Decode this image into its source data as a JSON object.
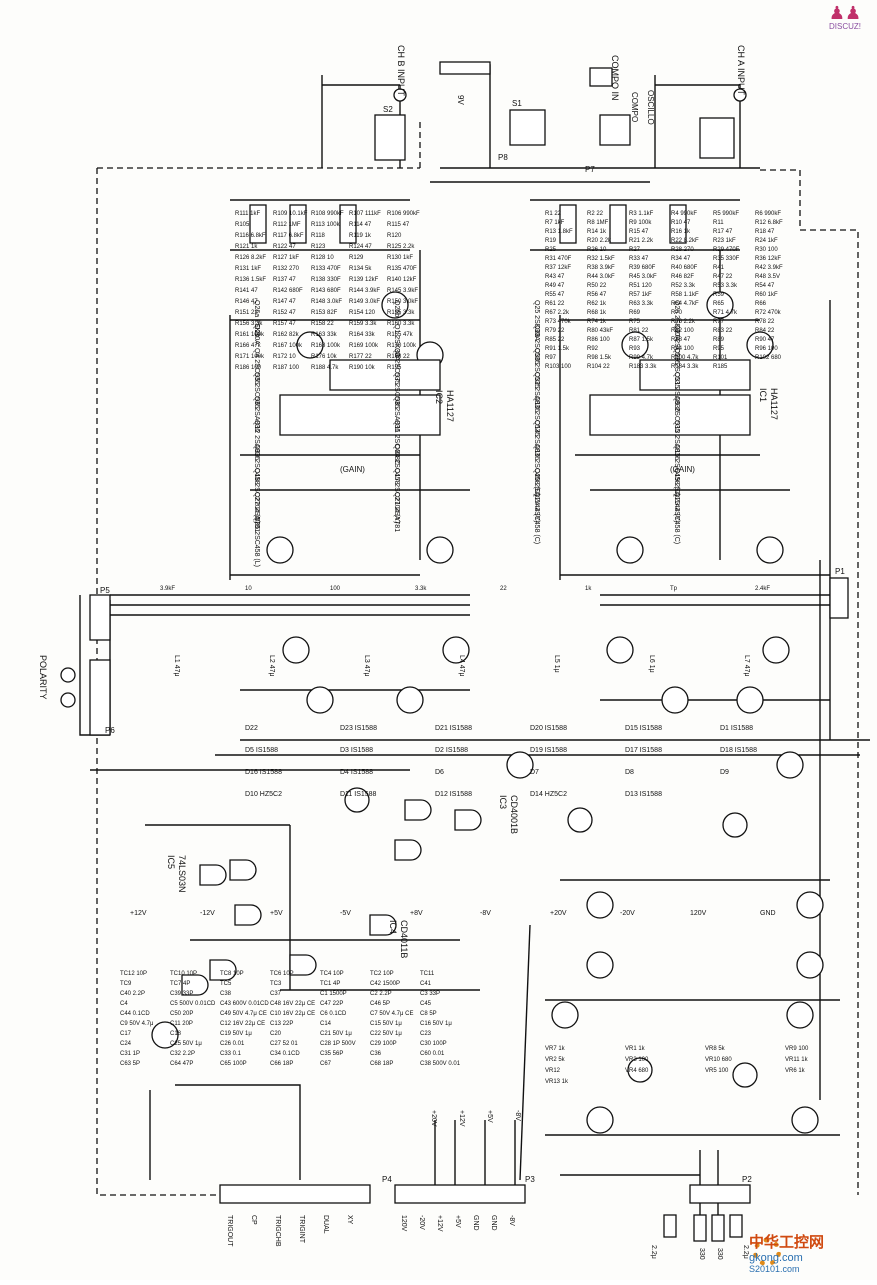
{
  "watermarks": {
    "top_brand": "DISCUZ!",
    "bottom_cn": "中华工控网",
    "bottom_site": "gkong.com",
    "bottom_sub": "S20101.com"
  },
  "inputs": {
    "ch_b": "CH B INPUT",
    "ch_a": "CH A INPUT",
    "compo_in": "COMPO IN",
    "oscillo": "OSCILLO",
    "compo": "COMPO",
    "polarity": "POLARITY",
    "v9": "9V"
  },
  "switches": [
    "S2",
    "S1",
    "P6",
    "P7",
    "P8",
    "P5",
    "P1",
    "P4",
    "P3",
    "P2"
  ],
  "ics": [
    {
      "ref": "IC2",
      "part": "HA1127"
    },
    {
      "ref": "IC1",
      "part": "HA1127"
    },
    {
      "ref": "IC3",
      "part": "CD4001B"
    },
    {
      "ref": "IC4",
      "part": "CD4011B"
    },
    {
      "ref": "IC5",
      "part": "74LS03N"
    }
  ],
  "transistors": [
    "Q26a 2SK30A",
    "Q26b",
    "Q25 2SK30A",
    "Q2a 2SK30A",
    "Q2b",
    "Q1 2SK30A",
    "Q28 2SC535",
    "Q27 2SC535",
    "Q4 2SC535",
    "Q3 2SC535",
    "Q30 2SC535",
    "Q29 2SC535",
    "Q5 2SC535",
    "Q7 2SC535",
    "Q32 2SA836",
    "Q31 2SA836",
    "Q6 2SA836",
    "Q8 2SA836",
    "Q10 2SC535",
    "Q9 2SC535",
    "Q12 2SA836",
    "Q11 2SC458C",
    "Q14 2SA836",
    "Q13 2SA836",
    "Q33 2SC458",
    "Q34 2SC458",
    "Q16 2SC458 (D)",
    "Q15 2SC458 (C)",
    "Q18 2SC2704 (Y)",
    "Q17 2SC2704 (Y)",
    "Q20 2SA1144 (Y)",
    "Q19 2SA1144 (Y)",
    "Q22 2SA781",
    "Q21 2SA781",
    "Q24 2SC458 (C)",
    "Q23 2SC458 (C)",
    "Q35 2SC458 (L)"
  ],
  "diodes": [
    "D22",
    "D23 IS1588",
    "D21 IS1588",
    "D20 IS1588",
    "D15 IS1588",
    "D1 IS1588",
    "D5 IS1588",
    "D3 IS1588",
    "D2 IS1588",
    "D19 IS1588",
    "D17 IS1588",
    "D18 IS1588",
    "D16 IS1588",
    "D4 IS1588",
    "D6",
    "D7",
    "D8",
    "D9",
    "D10 HZ5C2",
    "D11 IS1588",
    "D12 IS1588",
    "D14 HZ5C2",
    "D13 IS1588"
  ],
  "resistors_left": [
    "R111 1kF",
    "R109 10.1kF",
    "R108 990kF",
    "R107 111kF",
    "R106 990kF",
    "R105",
    "R112 1MF",
    "R113 100k",
    "R114 47",
    "R115 47",
    "R116 6.8kF",
    "R117 6.8kF",
    "R118",
    "R119 1k",
    "R120",
    "R121 1k",
    "R122 47",
    "R123",
    "R124 47",
    "R125 2.2k",
    "R126 8.2kF",
    "R127 1kF",
    "R128 10",
    "R129",
    "R130 1kF",
    "R131 1kF",
    "R132 270",
    "R133 470F",
    "R134 5k",
    "R135 470F",
    "R136 1.5kF",
    "R137 47",
    "R138 330F",
    "R139 12kF",
    "R140 12kF",
    "R141 47",
    "R142 680F",
    "R143 680F",
    "R144 3.9kF",
    "R145 3.9kF",
    "R146 47",
    "R147 47",
    "R148 3.0kF",
    "R149 3.0kF",
    "R150 3.0kF",
    "R151 22",
    "R152 47",
    "R153 82F",
    "R154 120",
    "R155 3.3k",
    "R156 3.3k",
    "R157 47",
    "R158 22",
    "R159 3.3k",
    "R160 3.3k",
    "R161 100k",
    "R162 82k",
    "R163 33k",
    "R164 33k",
    "R165 47k",
    "R166 47k",
    "R167 100k",
    "R168 100k",
    "R169 100k",
    "R170 100k",
    "R171 100k",
    "R172 10",
    "R176 10k",
    "R177 22",
    "R178 22",
    "R186 100",
    "R187 100",
    "R188 4.7k",
    "R190 10k",
    "R195"
  ],
  "resistors_right": [
    "R1 22",
    "R2 22",
    "R3 1.1kF",
    "R4 990kF",
    "R5 990kF",
    "R6 990kF",
    "R7 1kF",
    "R8 1MF",
    "R9 100k",
    "R10 47",
    "R11",
    "R12 6.8kF",
    "R13 1.8kF",
    "R14 1k",
    "R15 47",
    "R16 1k",
    "R17 47",
    "R18 47",
    "R19",
    "R20 2.2k",
    "R21 2.2k",
    "R22 8.2kF",
    "R23 1kF",
    "R24 1kF",
    "R25",
    "R26 10",
    "R27",
    "R28 270",
    "R29 470F",
    "R30 100",
    "R31 470F",
    "R32 1.5kF",
    "R33 47",
    "R34 47",
    "R35 330F",
    "R36 12kF",
    "R37 12kF",
    "R38 3.9kF",
    "R39 680F",
    "R40 680F",
    "R41",
    "R42 3.9kF",
    "R43 47",
    "R44 3.0kF",
    "R45 3.0kF",
    "R46 82F",
    "R47 22",
    "R48 3.5V",
    "R49 47",
    "R50 22",
    "R51 120",
    "R52 3.3k",
    "R53 3.3k",
    "R54 47",
    "R55 47",
    "R56 47",
    "R57 1kF",
    "R58 1.1kF",
    "R59",
    "R60 1kF",
    "R61 22",
    "R62 1k",
    "R63 3.3k",
    "R64 4.7kF",
    "R65",
    "R66",
    "R67 2.2k",
    "R68 1k",
    "R69",
    "R70",
    "R71 4.7k",
    "R72 470k",
    "R73 470k",
    "R74 1k",
    "R75",
    "R76 2.2k",
    "R77",
    "R78 22",
    "R79 22",
    "R80 43kF",
    "R81 22",
    "R82 100",
    "R83 22",
    "R84 22",
    "R85 22",
    "R86 100",
    "R87 1.5k",
    "R88 47",
    "R89",
    "R90 47",
    "R91 1.5k",
    "R92",
    "R93",
    "R94 100",
    "R95",
    "R96 100",
    "R97",
    "R98 1.5k",
    "R99 4.7k",
    "R100 4.7k",
    "R101",
    "R102 680",
    "R103 100",
    "R104 22",
    "R183 3.3k",
    "R184 3.3k",
    "R185"
  ],
  "capacitors": [
    "TC12 10P",
    "TC10 10P",
    "TC8 10P",
    "TC6 10P",
    "TC4 10P",
    "TC2 10P",
    "TC11",
    "TC9",
    "TC7 4P",
    "TC5",
    "TC3",
    "TC1 4P",
    "C42 1500P",
    "C41",
    "C40 2.2P",
    "C39 33P",
    "C38",
    "C37",
    "C1 1500P",
    "C2 2.2P",
    "C3 33P",
    "C4",
    "C5 500V 0.01CD",
    "C43 600V 0.01CD",
    "C48 16V 22μ CE",
    "C47 22P",
    "C46 5P",
    "C45",
    "C44 0.1CD",
    "C50 20P",
    "C49 50V 4.7μ CE",
    "C10 16V 22μ CE",
    "C6 0.1CD",
    "C7 50V 4.7μ CE",
    "C8 5P",
    "C9 50V 4.7μ",
    "C11 20P",
    "C12 16V 22μ CE",
    "C13 22P",
    "C14",
    "C15 50V 1μ",
    "C16 50V 1μ",
    "C17",
    "C18",
    "C19 50V 1μ",
    "C20",
    "C21 50V 1μ",
    "C22 50V 1μ",
    "C23",
    "C24",
    "C25 50V 1μ",
    "C26 0.01",
    "C27 52 01",
    "C28 1P 500V",
    "C29 100P",
    "C30 100P",
    "C31 1P",
    "C32 2.2P",
    "C33 0.1",
    "C34 0.1CD",
    "C35 56P",
    "C36",
    "C60 0.01",
    "C63 5P",
    "C64 47P",
    "C65 100P",
    "C66 18P",
    "C67",
    "C68 18P",
    "C38 500V 0.01"
  ],
  "trimmers": [
    "VR7 1k",
    "VR1 1k",
    "VR8 5k",
    "VR9 100",
    "VR2 5k",
    "VR3 100",
    "VR10 680",
    "VR11 1k",
    "VR12",
    "VR4 680",
    "VR5 100",
    "VR6 1k",
    "VR13 1k"
  ],
  "inductors": [
    "L1 47μ",
    "L2 47μ",
    "L3 47μ",
    "L4 47μ",
    "L5 1μ",
    "L6 1μ",
    "L7 47μ"
  ],
  "gain_labels": [
    "(GAIN)",
    "(GAIN)"
  ],
  "rails": [
    "+12V",
    "-12V",
    "+5V",
    "-5V",
    "+8V",
    "-8V",
    "+20V",
    "-20V",
    "120V",
    "GND"
  ],
  "connectors": {
    "p4_pins": [
      "TRIGOUT",
      "CP",
      "TRIGCHB",
      "TRIGINT",
      "DUAL",
      "XY"
    ],
    "p3_pins": [
      "120V",
      "-20V",
      "+12V",
      "+5V",
      "GND",
      "GND",
      "-8V"
    ],
    "p2_pins": [
      "330",
      "330"
    ],
    "p2_extra": [
      "2.2μ",
      "2.2μ"
    ],
    "p3_top": [
      "+20V",
      "+12V",
      "+5V",
      "-8V"
    ]
  },
  "misc_text": [
    "3.9kF",
    "10",
    "100",
    "3.3k",
    "22",
    "1k",
    "Tp",
    "2.4kF"
  ]
}
